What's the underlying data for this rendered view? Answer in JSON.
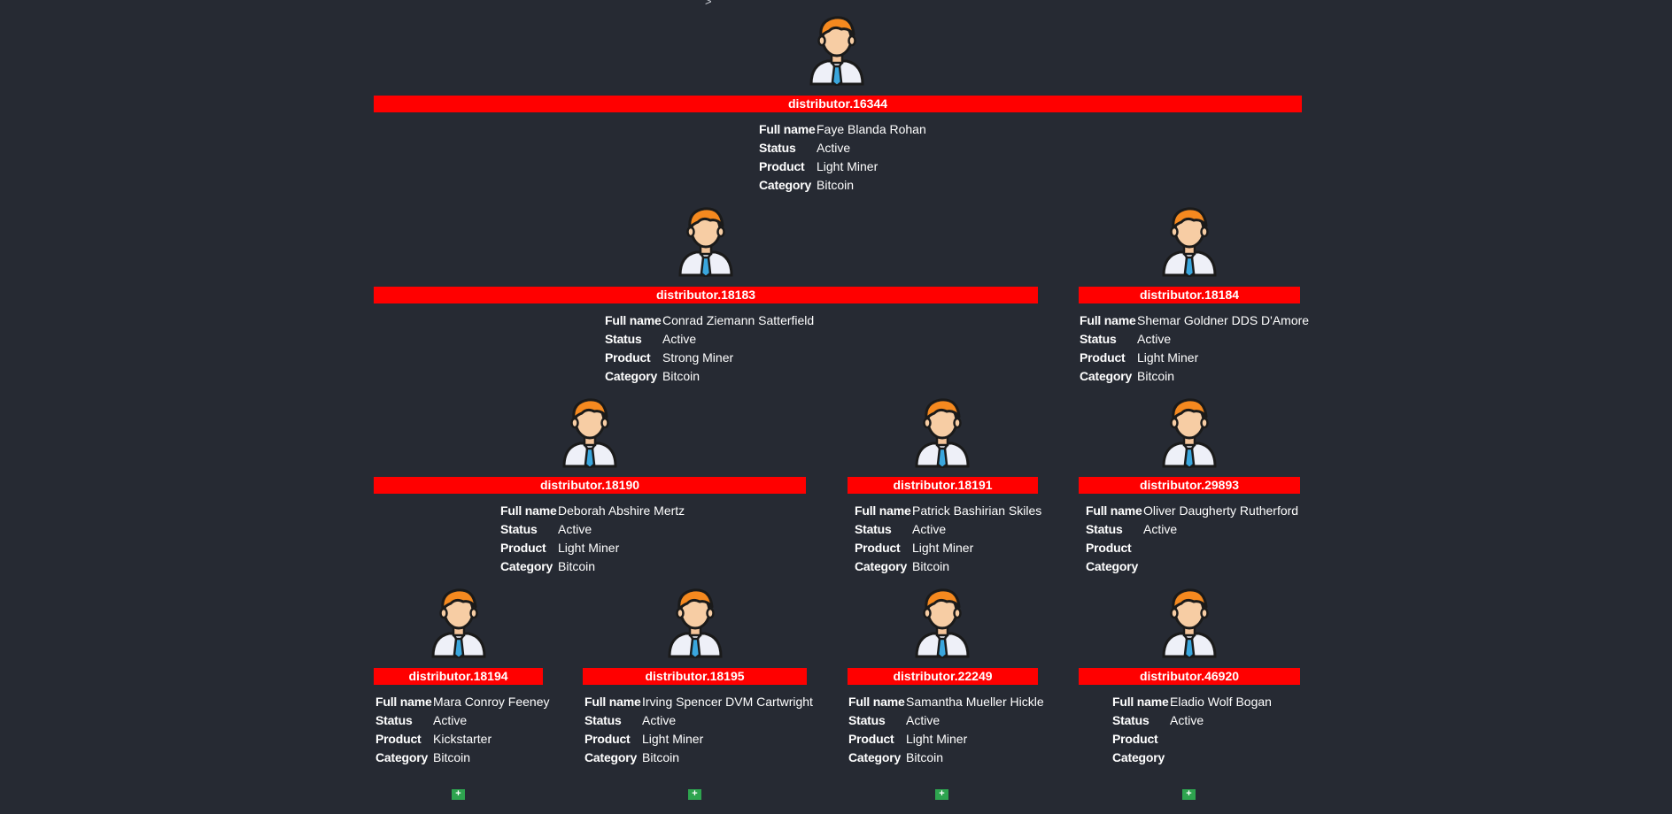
{
  "top_marker": ">",
  "nodes": [
    {
      "id": "distributor.16344",
      "full_name": "Faye Blanda Rohan",
      "status": "Active",
      "product": "Light Miner",
      "category": "Bitcoin"
    },
    {
      "id": "distributor.18183",
      "full_name": "Conrad Ziemann Satterfield",
      "status": "Active",
      "product": "Strong Miner",
      "category": "Bitcoin"
    },
    {
      "id": "distributor.18184",
      "full_name": "Shemar Goldner DDS D'Amore",
      "status": "Active",
      "product": "Light Miner",
      "category": "Bitcoin"
    },
    {
      "id": "distributor.18190",
      "full_name": "Deborah Abshire Mertz",
      "status": "Active",
      "product": "Light Miner",
      "category": "Bitcoin"
    },
    {
      "id": "distributor.18191",
      "full_name": "Patrick Bashirian Skiles",
      "status": "Active",
      "product": "Light Miner",
      "category": "Bitcoin"
    },
    {
      "id": "distributor.29893",
      "full_name": "Oliver Daugherty Rutherford",
      "status": "Active",
      "product": "",
      "category": ""
    },
    {
      "id": "distributor.18194",
      "full_name": "Mara Conroy Feeney",
      "status": "Active",
      "product": "Kickstarter",
      "category": "Bitcoin"
    },
    {
      "id": "distributor.18195",
      "full_name": "Irving Spencer DVM Cartwright",
      "status": "Active",
      "product": "Light Miner",
      "category": "Bitcoin"
    },
    {
      "id": "distributor.22249",
      "full_name": "Samantha Mueller Hickle",
      "status": "Active",
      "product": "Light Miner",
      "category": "Bitcoin"
    },
    {
      "id": "distributor.46920",
      "full_name": "Eladio Wolf Bogan",
      "status": "Active",
      "product": "",
      "category": ""
    }
  ],
  "labels": {
    "full_name": "Full name",
    "status": "Status",
    "product": "Product",
    "category": "Category"
  },
  "expand_label": "+",
  "colors": {
    "background": "#262a33",
    "header_bar": "#ff0000",
    "expand_button": "#2ea44f",
    "hair": "#f5891f",
    "tie": "#3aa6dd"
  }
}
